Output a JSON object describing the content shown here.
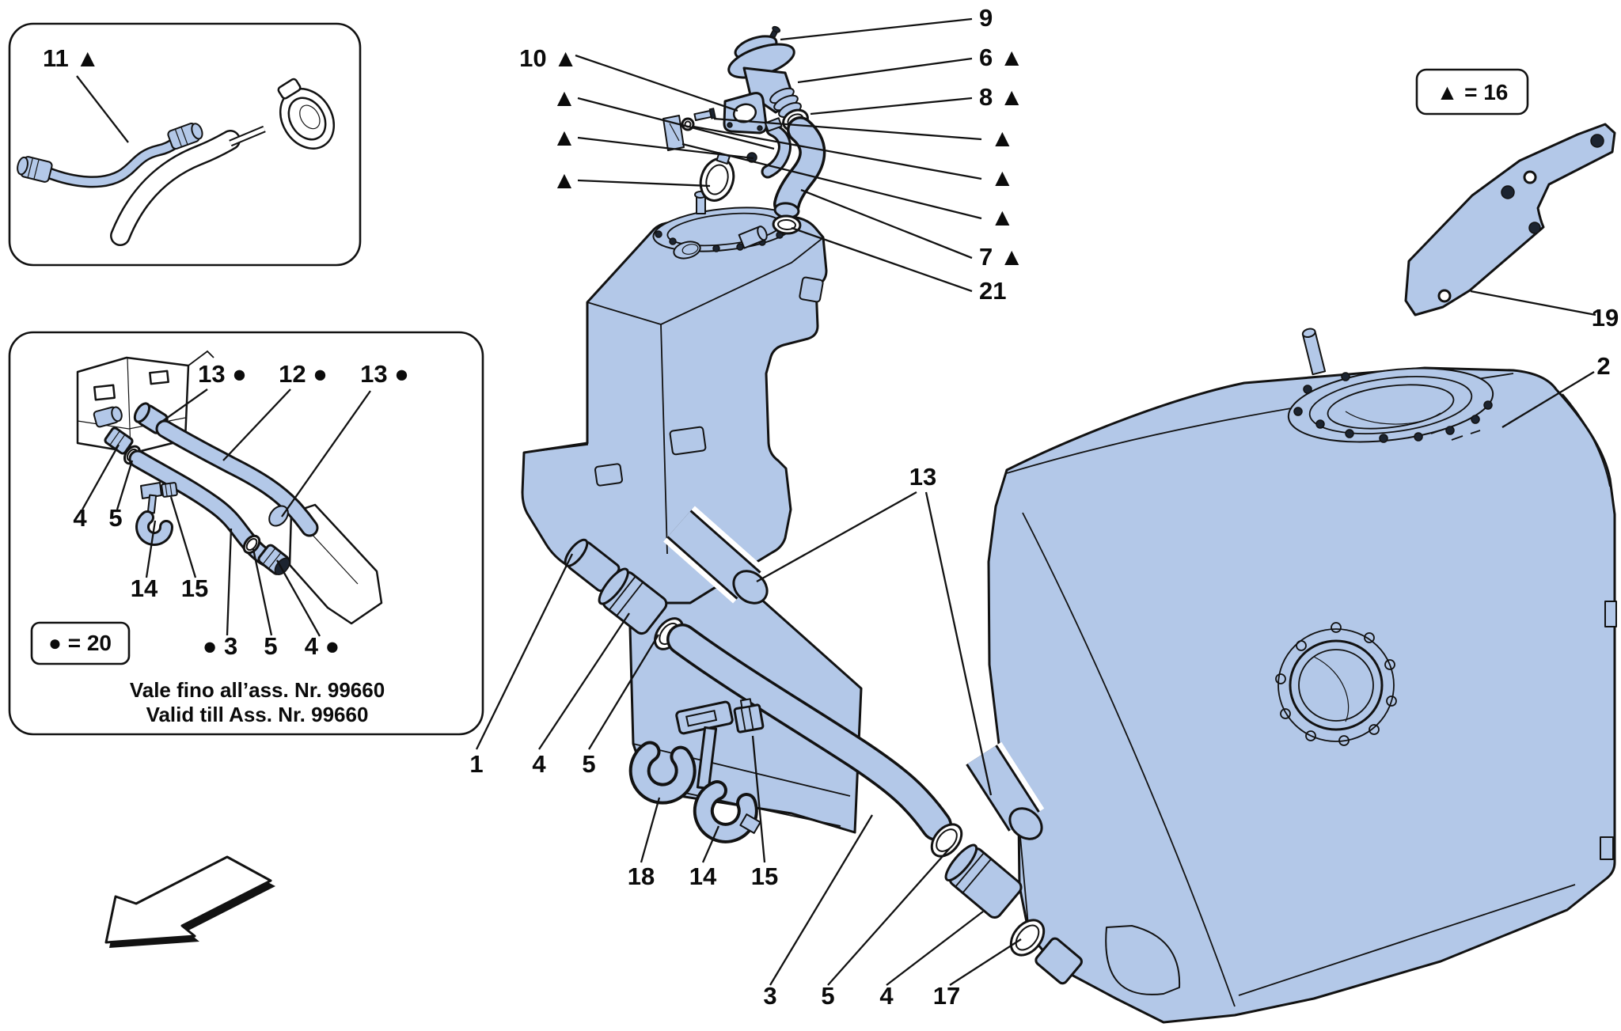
{
  "colors": {
    "part_fill": "#b3c8e8",
    "part_shade": "#9db7de",
    "outline": "#121212",
    "background": "#ffffff"
  },
  "legend": {
    "triangle": "▲  =  16",
    "dot": "●  =  20"
  },
  "caption": {
    "line1": "Vale fino all’ass. Nr. 99660",
    "line2": "Valid till Ass. Nr. 99660"
  },
  "callouts": {
    "n1": "1",
    "n2": "2",
    "n3": "3",
    "n4": "4",
    "n5": "5",
    "n6": "6 ▲",
    "n7": "7 ▲",
    "n8": "8 ▲",
    "n9": "9",
    "n10": "10 ▲",
    "n11": "11 ▲",
    "n12": "12 ●",
    "n13": "13",
    "n13dot": "13 ●",
    "n14": "14",
    "n15": "15",
    "n17": "17",
    "n18": "18",
    "n19": "19",
    "n21": "21",
    "dot3": "● 3",
    "dot4": "4 ●",
    "tri": "▲"
  }
}
